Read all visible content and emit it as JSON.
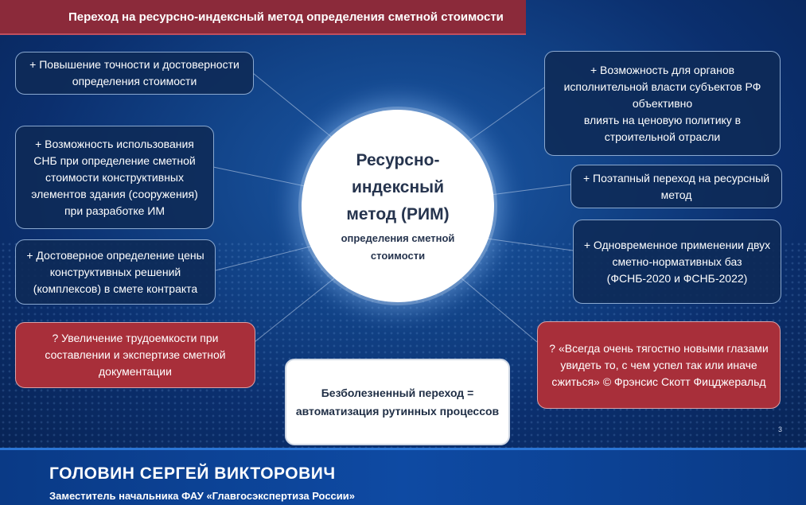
{
  "slide": {
    "title": "Переход на ресурсно-индексный метод определения сметной стоимости",
    "center": {
      "main": "Ресурсно-\nиндексный\nметод  (РИМ)",
      "sub": "определения сметной\nстоимости"
    },
    "left_boxes": [
      "+ Повышение точности и достоверности\nопределения стоимости",
      "+ Возможность использования\nСНБ при определение сметной\nстоимости конструктивных\nэлементов здания (сооружения)\nпри разработке ИМ",
      "+ Достоверное определение цены\nконструктивных решений\n(комплексов) в смете контракта"
    ],
    "left_red_box": "? Увеличение трудоемкости при\nсоставлении и экспертизе сметной\nдокументации",
    "right_boxes": [
      "+ Возможность для органов\nисполнительной власти субъектов РФ\nобъективно\nвлиять на ценовую политику в\nстроительной отрасли",
      "+ Поэтапный переход на ресурсный\nметод",
      "+ Одновременное применении двух\nсметно-нормативных баз\n(ФСНБ-2020 и ФСНБ-2022)"
    ],
    "right_red_box": "? «Всегда очень тягостно новыми глазами\nувидеть то, с чем успел так или иначе\nсжиться» © Фрэнсис Скотт Фицджеральд",
    "bottom_box": "Безболезненный переход =\nавтоматизация рутинных процессов",
    "page_number": "3"
  },
  "footer": {
    "name": "ГОЛОВИН СЕРГЕЙ ВИКТОРОВИЧ",
    "role": "Заместитель начальника ФАУ «Главгосэкспертиза России»"
  },
  "colors": {
    "title_bar": "#8b2a3a",
    "red_box": "#a82f3a",
    "background": "#124489",
    "footer": "#0e4aa3"
  }
}
